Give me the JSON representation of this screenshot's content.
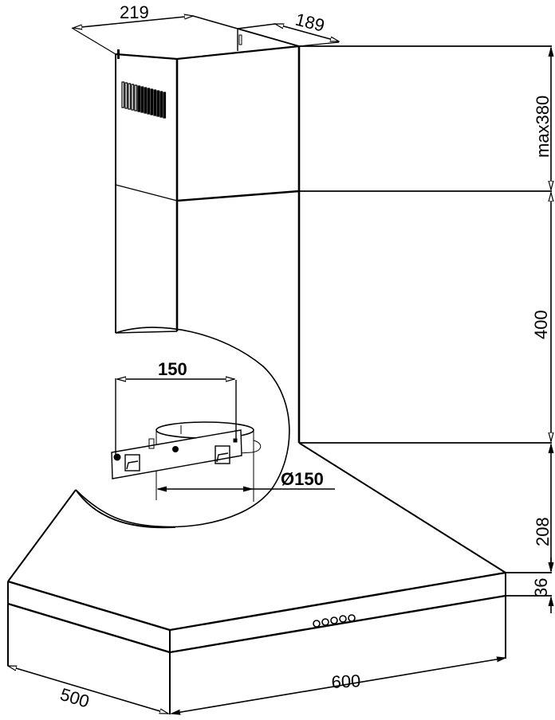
{
  "drawing": {
    "title": "Chimney cooker hood dimension drawing",
    "line_color": "#000000",
    "background": "#ffffff"
  },
  "dimensions": {
    "chimney_width": "219",
    "chimney_depth": "189",
    "upper_chimney_height": "max380",
    "lower_chimney_height": "400",
    "canopy_height": "208",
    "front_panel_height": "36",
    "hood_width": "600",
    "hood_depth": "500",
    "bracket_width": "150",
    "duct_diameter": "Ø150"
  },
  "details": {
    "control_buttons_count": 5,
    "vent_slots": "side-vent-slots",
    "detail_callout": "mounting-bracket-and-duct-collar"
  }
}
